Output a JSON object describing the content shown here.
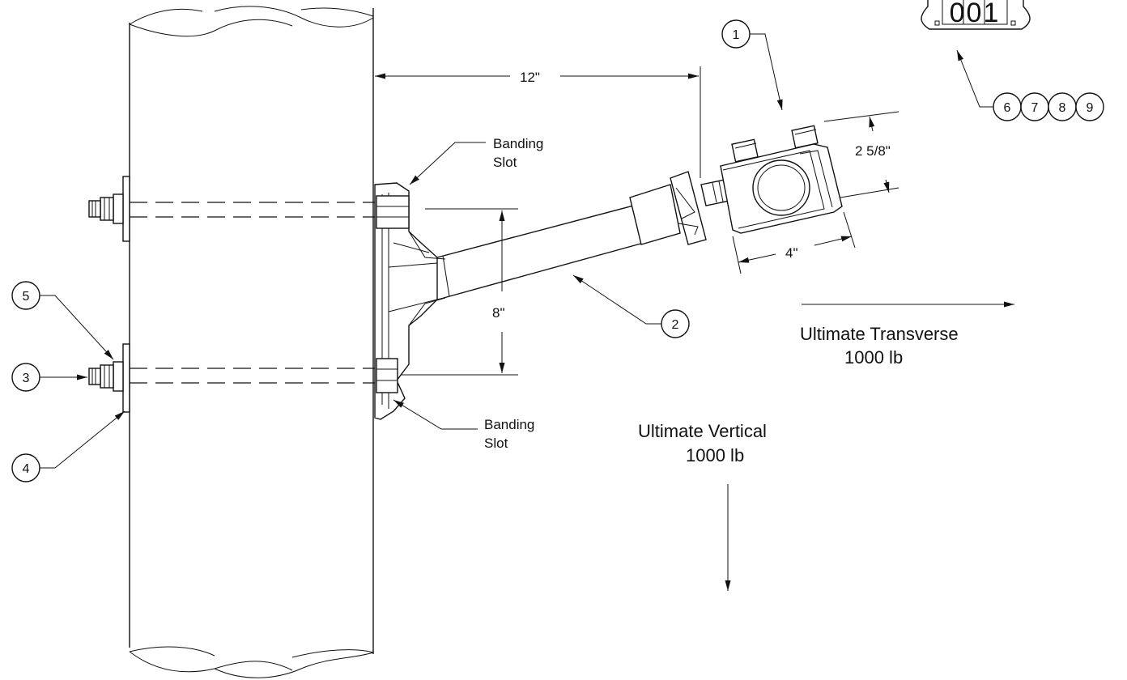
{
  "labels": {
    "dim_12": "12\"",
    "dim_8": "8\"",
    "dim_2_5_8": "2 5/8\"",
    "dim_4": "4\"",
    "banding_top_1": "Banding",
    "banding_top_2": "Slot",
    "banding_bottom_1": "Banding",
    "banding_bottom_2": "Slot",
    "transverse_1": "Ultimate Transverse",
    "transverse_2": "1000 lb",
    "vertical_1": "Ultimate Vertical",
    "vertical_2": "1000 lb",
    "tag_number": "001"
  },
  "callouts": {
    "c1": "1",
    "c2": "2",
    "c3": "3",
    "c4": "4",
    "c5": "5",
    "c6": "6",
    "c7": "7",
    "c8": "8",
    "c9": "9"
  }
}
